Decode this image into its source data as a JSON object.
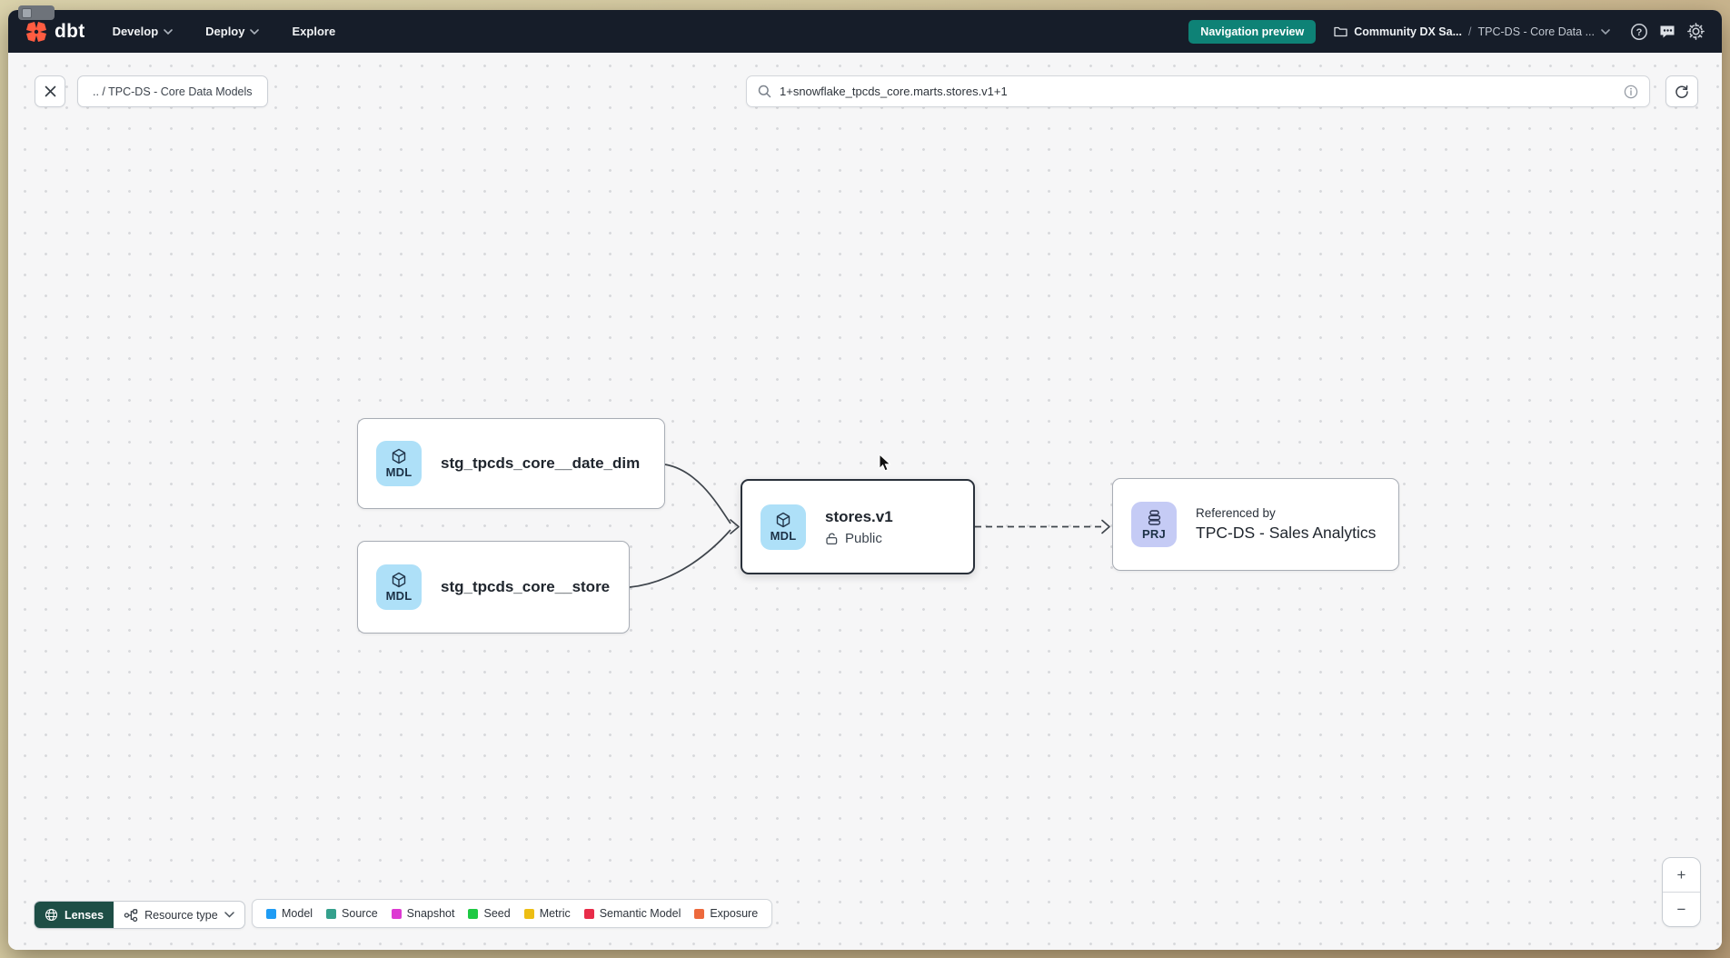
{
  "navbar": {
    "logo_text": "dbt",
    "menus": [
      {
        "label": "Develop"
      },
      {
        "label": "Deploy"
      },
      {
        "label": "Explore"
      }
    ],
    "preview_badge": "Navigation preview",
    "account_breadcrumb": "Community DX Sa...",
    "breadcrumb_separator": "/",
    "project_breadcrumb": "TPC-DS - Core Data ..."
  },
  "toolbar": {
    "breadcrumb_chip": ".. / TPC-DS - Core Data Models",
    "search_value": "1+snowflake_tpcds_core.marts.stores.v1+1"
  },
  "graph": {
    "nodes": [
      {
        "badge": "MDL",
        "title": "stg_tpcds_core__date_dim"
      },
      {
        "badge": "MDL",
        "title": "stg_tpcds_core__store"
      },
      {
        "badge": "MDL",
        "title": "stores.v1",
        "access": "Public",
        "selected": true
      },
      {
        "badge": "PRJ",
        "eyebrow": "Referenced by",
        "title": "TPC-DS - Sales Analytics"
      }
    ]
  },
  "controls": {
    "lenses_label": "Lenses",
    "resource_type_label": "Resource type",
    "zoom_in": "+",
    "zoom_out": "−"
  },
  "legend": {
    "items": [
      {
        "label": "Model",
        "color": "#1f9cf4"
      },
      {
        "label": "Source",
        "color": "#34a08c"
      },
      {
        "label": "Snapshot",
        "color": "#dd3ad2"
      },
      {
        "label": "Seed",
        "color": "#1ec943"
      },
      {
        "label": "Metric",
        "color": "#edbe14"
      },
      {
        "label": "Semantic Model",
        "color": "#e82c49"
      },
      {
        "label": "Exposure",
        "color": "#ed693c"
      }
    ]
  }
}
